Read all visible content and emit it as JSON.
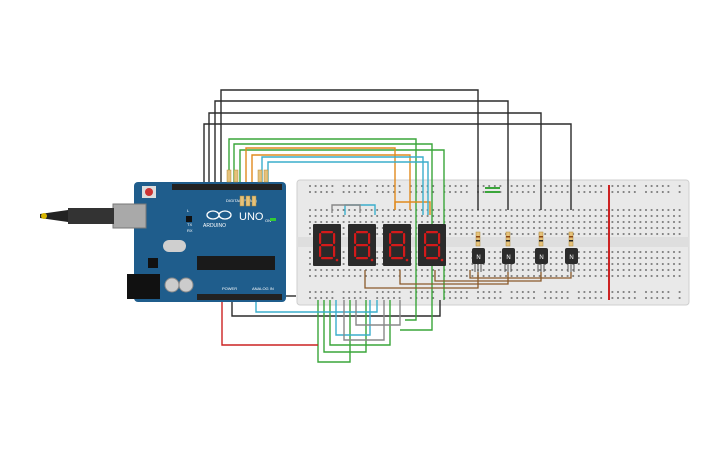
{
  "app": {
    "board_label": "UNO",
    "brand_label": "ARDUINO",
    "header_left_label": "DIGITAL (PWM~)",
    "power_label": "POWER",
    "analog_label": "ANALOG IN",
    "on_label": "ON",
    "tx_label": "TX",
    "rx_label": "RX",
    "l_label": "L"
  },
  "components": {
    "displays": [
      {
        "name": "display-1",
        "digit": "8"
      },
      {
        "name": "display-2",
        "digit": "8"
      },
      {
        "name": "display-3",
        "digit": "8"
      },
      {
        "name": "display-4",
        "digit": "8"
      }
    ],
    "transistors": [
      {
        "name": "transistor-1",
        "label": "N"
      },
      {
        "name": "transistor-2",
        "label": "N"
      },
      {
        "name": "transistor-3",
        "label": "N"
      },
      {
        "name": "transistor-4",
        "label": "N"
      }
    ]
  },
  "colors": {
    "board": "#1f5d8c",
    "breadboard": "#e8e8e8",
    "segment_off": "#5a0a0a",
    "segment_on": "#d41a1a",
    "wire_black": "#2b2b2b",
    "wire_green": "#3aa63a",
    "wire_orange": "#e08a1e",
    "wire_cyan": "#3aaecc",
    "wire_gray": "#888888",
    "wire_brown": "#8a5a2b",
    "wire_red": "#cc2222"
  }
}
